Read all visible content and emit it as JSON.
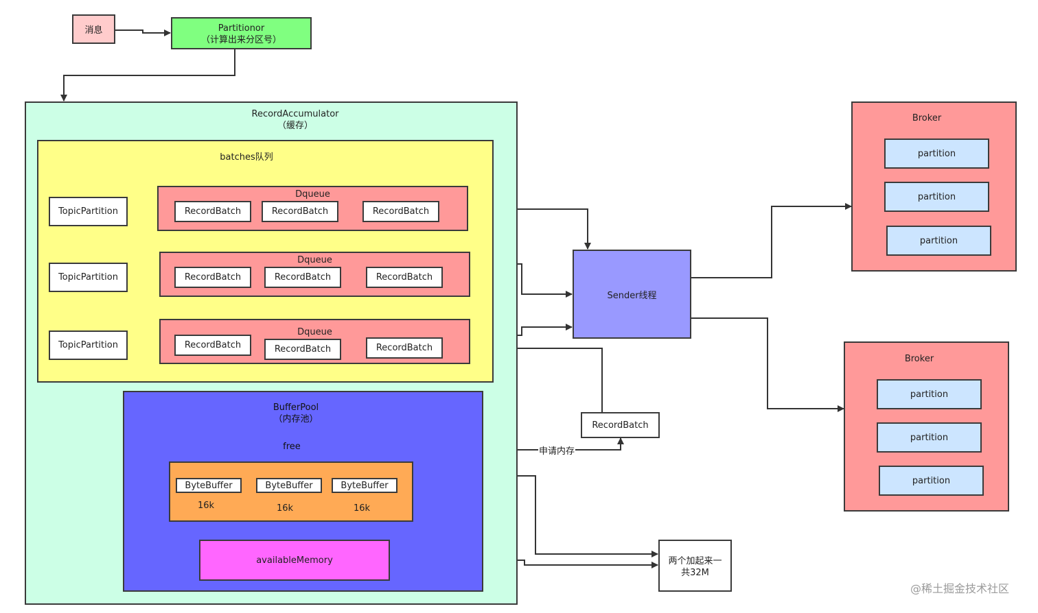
{
  "message": "消息",
  "partitioner": {
    "line1": "Partitionor",
    "line2": "（计算出来分区号）"
  },
  "accumulator": {
    "title": "RecordAccumulator",
    "subtitle": "（缓存）"
  },
  "batches": {
    "title": "batches队列"
  },
  "dqueue_label": "Dqueue",
  "topic_partition": "TopicPartition",
  "record_batch": "RecordBatch",
  "sender": "Sender线程",
  "broker": {
    "title": "Broker",
    "partition": "partition"
  },
  "bufferpool": {
    "title": "BufferPool",
    "subtitle": "（内存池）",
    "free": "free"
  },
  "byte_buffer": "ByteBuffer",
  "buffer_size": "16k",
  "available_memory": "availableMemory",
  "apply_memory": "申请内存",
  "total": {
    "line1": "两个加起来一",
    "line2": "共32M"
  },
  "watermark": "@稀土掘金技术社区",
  "colors": {
    "message": "#ffcccc",
    "partitioner": "#80ff80",
    "accumulator": "#ccffe6",
    "batches": "#ffff88",
    "dqueue": "#ff9999",
    "sender": "#9999ff",
    "broker": "#ff9999",
    "partition": "#cce5ff",
    "bufferpool": "#6666ff",
    "free_area": "#ffaa55",
    "available_memory": "#ff66ff"
  }
}
